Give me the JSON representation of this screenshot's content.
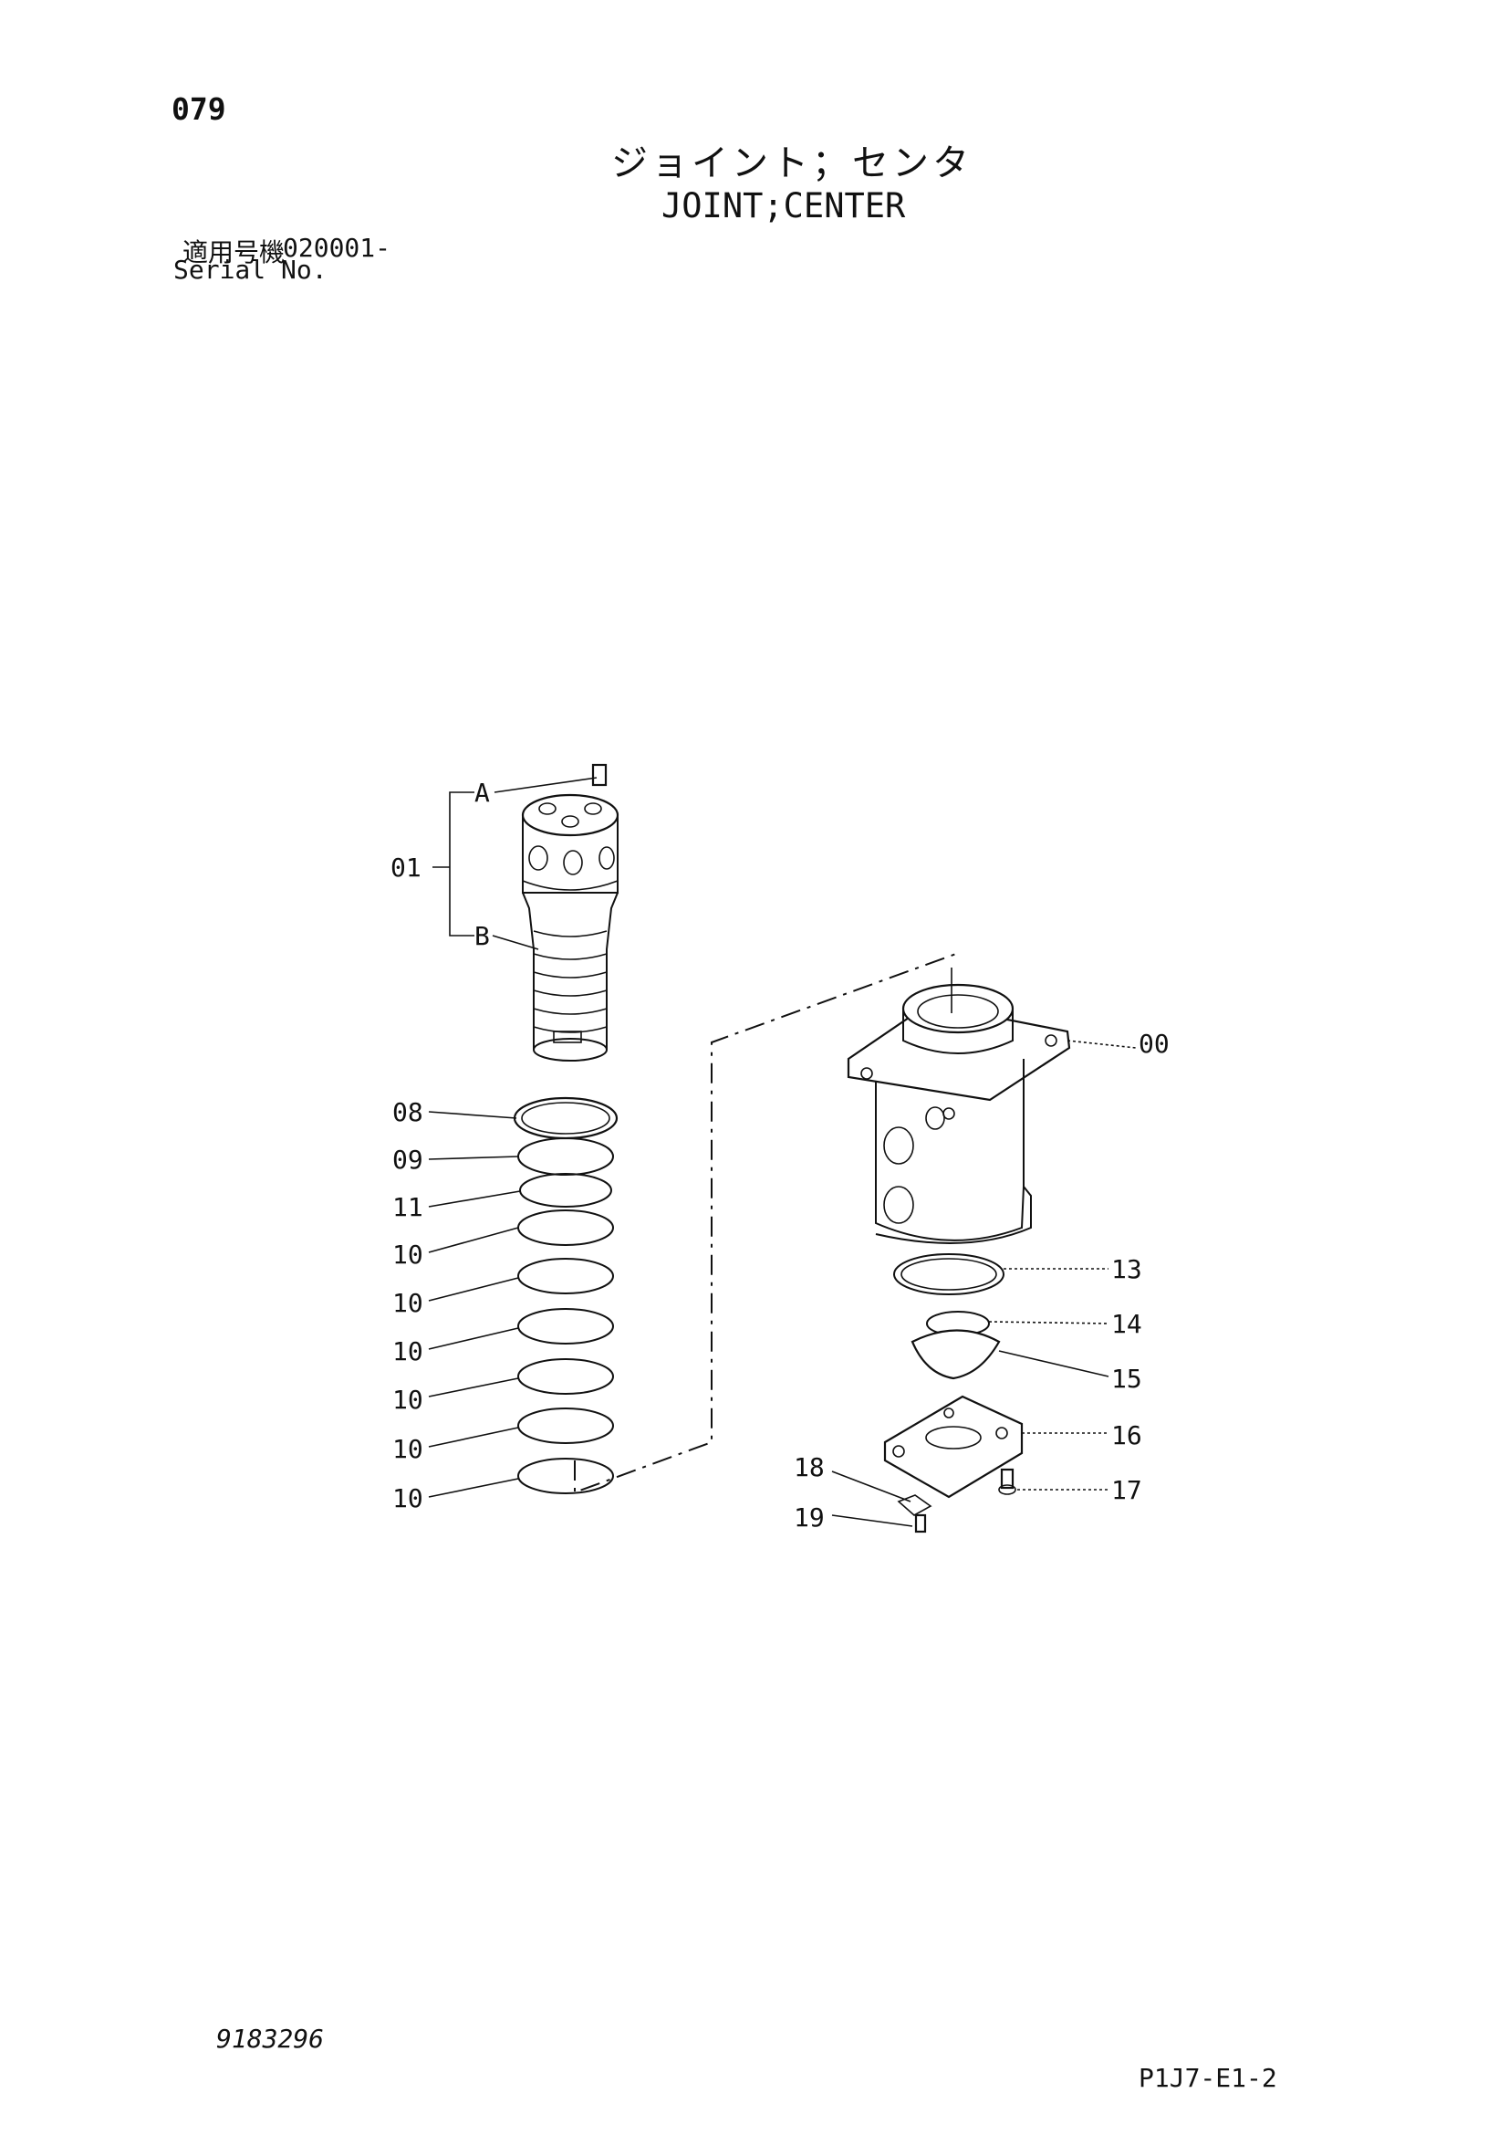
{
  "header": {
    "page_number": "079",
    "title_jp": "ジョイント；センタ",
    "title_en": "JOINT;CENTER",
    "applicability_label": "適用号機",
    "applicability_serial": "020001-",
    "serial_label": "Serial No."
  },
  "diagram": {
    "callouts": {
      "c00": "00",
      "c01": "01",
      "cA": "A",
      "cB": "B",
      "c08": "08",
      "c09": "09",
      "c11": "11",
      "c10a": "10",
      "c10b": "10",
      "c10c": "10",
      "c10d": "10",
      "c10e": "10",
      "c10f": "10",
      "c13": "13",
      "c14": "14",
      "c15": "15",
      "c16": "16",
      "c17": "17",
      "c18": "18",
      "c19": "19"
    }
  },
  "footer": {
    "doc_number": "9183296",
    "page_code": "P1J7-E1-2"
  }
}
